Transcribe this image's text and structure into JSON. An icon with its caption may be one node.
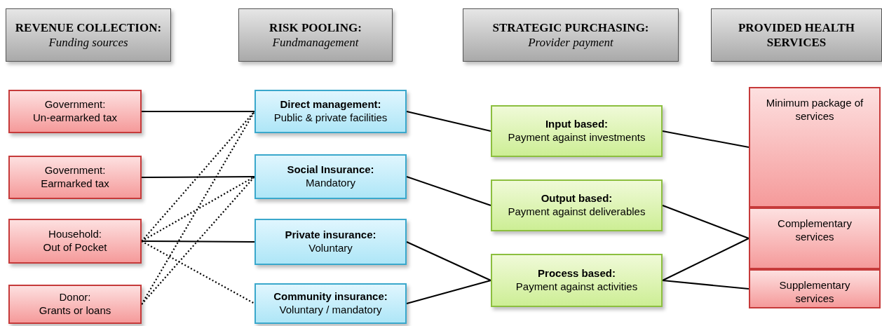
{
  "diagram": {
    "nodes": [
      {
        "text": [
          "REVENUE COLLECTION:",
          "Funding sources"
        ]
      },
      {
        "text": [
          "RISK POOLING:",
          "Fundmanagement"
        ]
      },
      {
        "text": [
          "STRATEGIC PURCHASING:",
          "Provider payment"
        ]
      },
      {
        "text": [
          "PROVIDED HEALTH SERVICES"
        ]
      },
      {
        "text": [
          "Government:",
          "Un-earmarked tax"
        ]
      },
      {
        "text": [
          "Government:",
          "Earmarked tax"
        ]
      },
      {
        "text": [
          "Household:",
          "Out of Pocket"
        ]
      },
      {
        "text": [
          "Donor:",
          "Grants or loans"
        ]
      },
      {
        "text": [
          "Direct management:",
          "Public & private facilities"
        ]
      },
      {
        "text": [
          "Social Insurance:",
          "Mandatory"
        ]
      },
      {
        "text": [
          "Private insurance:",
          "Voluntary"
        ]
      },
      {
        "text": [
          "Community insurance:",
          "Voluntary / mandatory"
        ]
      },
      {
        "text": [
          "Input based:",
          "Payment against investments"
        ]
      },
      {
        "text": [
          "Output based:",
          "Payment against deliverables"
        ]
      },
      {
        "text": [
          "Process based:",
          "Payment against activities"
        ]
      },
      {
        "text": [
          "Minimum package of services"
        ]
      },
      {
        "text": [
          "Complementary services"
        ]
      },
      {
        "text": [
          "Supplementary services"
        ]
      }
    ],
    "edges": [
      {
        "from": 4,
        "to": 8,
        "arrow": "none"
      },
      {
        "from": 5,
        "to": 9,
        "arrow": "none"
      },
      {
        "from": 6,
        "to": 10,
        "arrow": "none"
      },
      {
        "from": 6,
        "to": 8,
        "arrow": "none",
        "style": "dashed"
      },
      {
        "from": 6,
        "to": 9,
        "arrow": "none",
        "style": "dashed"
      },
      {
        "from": 6,
        "to": 11,
        "arrow": "none",
        "style": "dashed"
      },
      {
        "from": 7,
        "to": 8,
        "arrow": "none",
        "style": "dashed"
      },
      {
        "from": 7,
        "to": 9,
        "arrow": "none",
        "style": "dashed"
      },
      {
        "from": 8,
        "to": 12,
        "arrow": "none"
      },
      {
        "from": 9,
        "to": 13,
        "arrow": "none"
      },
      {
        "from": 10,
        "to": 14,
        "arrow": "none"
      },
      {
        "from": 11,
        "to": 14,
        "arrow": "none"
      },
      {
        "from": 12,
        "to": 15,
        "arrow": "none"
      },
      {
        "from": 13,
        "to": 16,
        "arrow": "none"
      },
      {
        "from": 14,
        "to": 16,
        "arrow": "none"
      },
      {
        "from": 14,
        "to": 17,
        "arrow": "none"
      }
    ]
  }
}
